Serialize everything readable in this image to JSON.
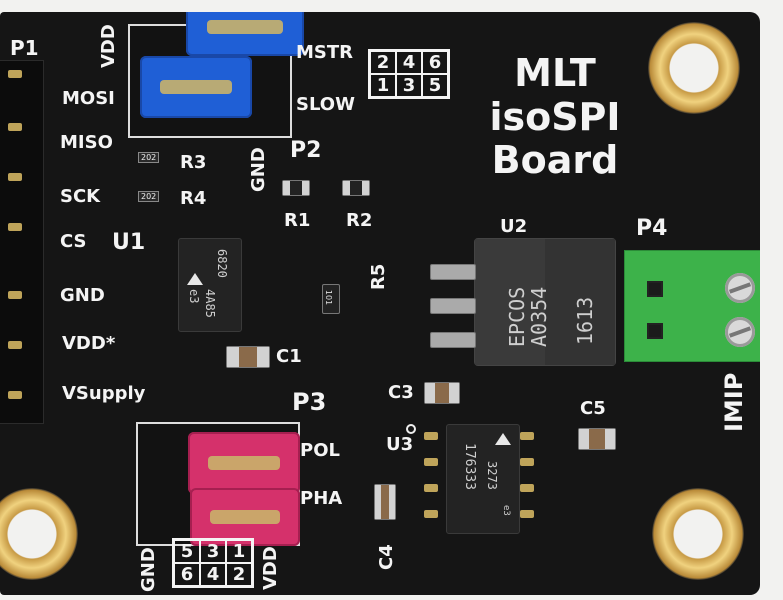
{
  "board": {
    "title_line1": "MLT",
    "title_line2": "isoSPI",
    "title_line3": "Board"
  },
  "labels": {
    "p1": "P1",
    "p2": "P2",
    "p3": "P3",
    "p4": "P4",
    "u1": "U1",
    "u2": "U2",
    "u3": "U3",
    "r1": "R1",
    "r2": "R2",
    "r3": "R3",
    "r4": "R4",
    "r5": "R5",
    "c1": "C1",
    "c3": "C3",
    "c4": "C4",
    "c5": "C5",
    "vdd_top": "VDD",
    "mstr": "MSTR",
    "slow": "SLOW",
    "gnd_p2": "GND",
    "pol": "POL",
    "pha": "PHA",
    "gnd_p3": "GND",
    "vdd_p3": "VDD",
    "im_ip": "IMIP"
  },
  "p1_pins": [
    "MOSI",
    "MISO",
    "SCK",
    "CS",
    "GND",
    "VDD*",
    "VSupply"
  ],
  "jumper_grid_top": {
    "row1": [
      "2",
      "4",
      "6"
    ],
    "row2": [
      "1",
      "3",
      "5"
    ]
  },
  "jumper_grid_bottom": {
    "row1": [
      "5",
      "3",
      "1"
    ],
    "row2": [
      "6",
      "4",
      "2"
    ]
  },
  "u1_markings": {
    "line1": "6820",
    "line2": "e3",
    "line3": "4A85"
  },
  "u2_markings": {
    "line1": "EPCOS",
    "line2": "A0354",
    "line3": "1613"
  },
  "u3_markings": {
    "line1": "176333",
    "line2": "3273",
    "line3": "e3"
  },
  "resistor_code": "202",
  "r5_code": "101",
  "colors": {
    "board": "#151515",
    "silkscreen": "#f4f4f4",
    "gold": "#e8c36a",
    "jumper_blue": "#1f5fd6",
    "jumper_pink": "#d5316b",
    "terminal_green": "#3db24a"
  }
}
